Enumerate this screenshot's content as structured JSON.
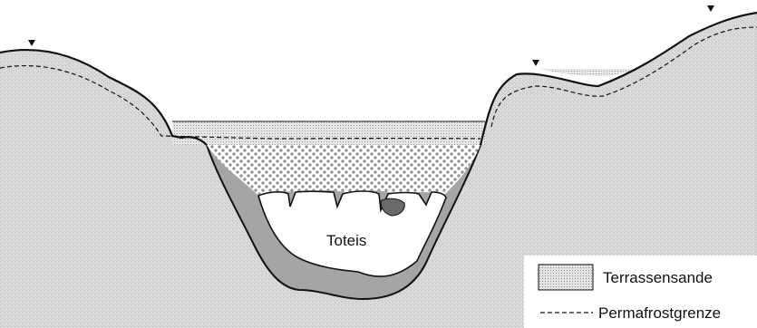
{
  "diagram": {
    "body_label": "Toteis",
    "legend": {
      "items": [
        {
          "label": "Terrassensande",
          "key": "sand-texture"
        },
        {
          "label": "Permafrostgrenze",
          "key": "dashed-line"
        }
      ]
    },
    "colors": {
      "ground": "#d8d8d8",
      "frozen_ring": "#a5a5a5",
      "ice": "#ffffff",
      "dark_pocket": "#6a6a6a",
      "line": "#111111"
    }
  }
}
